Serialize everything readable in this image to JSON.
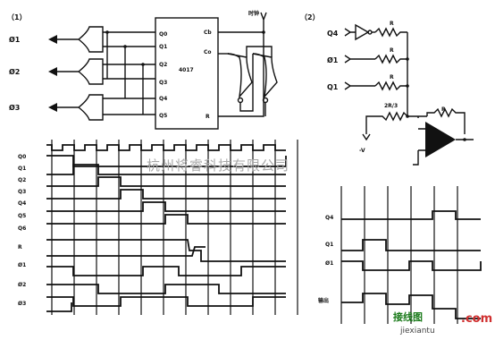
{
  "panels": {
    "left_tag": "（1）",
    "right_tag": "（2）"
  },
  "counter": {
    "chip_name": "4017",
    "pin_clock": "Cb",
    "pin_carry": "Co",
    "pin_reset": "R",
    "pins_q": [
      "Q0",
      "Q1",
      "Q2",
      "Q3",
      "Q4",
      "Q5"
    ]
  },
  "clock_label": "时钟",
  "left_outputs": [
    "Ø1",
    "Ø2",
    "Ø3"
  ],
  "left_waveform_labels": [
    "Q0",
    "Q1",
    "Q2",
    "Q3",
    "Q4",
    "Q5",
    "Q6",
    "R",
    "Ø1",
    "Ø2",
    "Ø3"
  ],
  "right_inputs": [
    "Q4",
    "Ø1",
    "Q1"
  ],
  "resistor_labels": [
    "R",
    "R",
    "R",
    "2R/3",
    "R"
  ],
  "neg_supply": "-V",
  "right_waveform_labels": [
    "Q4",
    "Q1",
    "Ø1",
    "输出"
  ],
  "watermark": "杭州将睿科技有限公司",
  "corner_logo": "接线图",
  "corner_url": "jiexiantu",
  "corner_suffix": ".com"
}
